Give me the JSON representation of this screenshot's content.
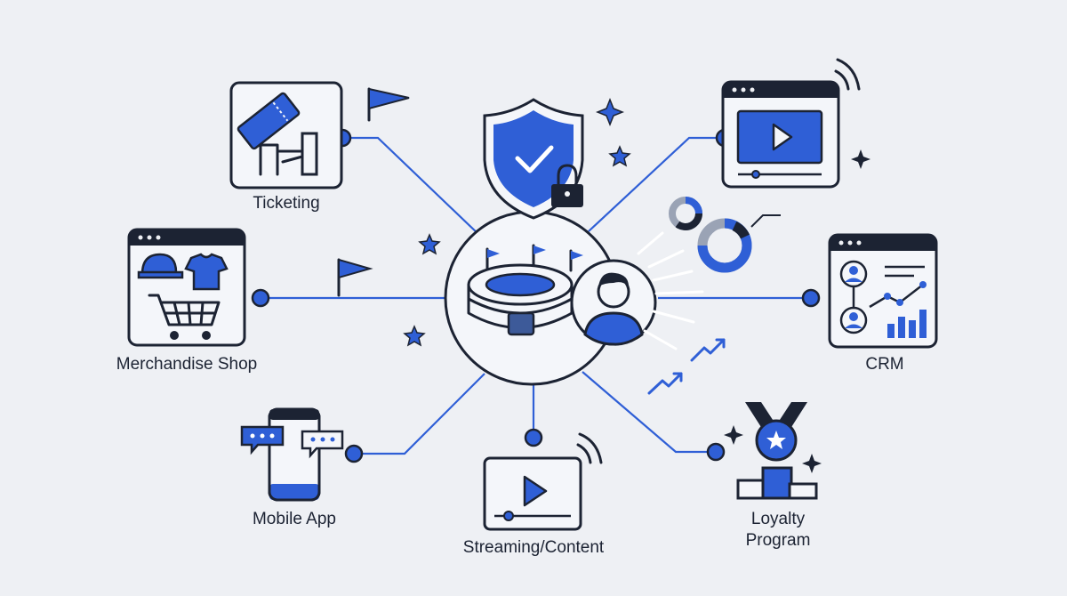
{
  "nodes": {
    "ticketing": {
      "label": "Ticketing"
    },
    "merchandise": {
      "label": "Merchandise Shop"
    },
    "mobile_app": {
      "label": "Mobile App"
    },
    "streaming": {
      "label": "Streaming/Content"
    },
    "loyalty": {
      "label": "Loyalty\nProgram"
    },
    "crm": {
      "label": "CRM"
    },
    "content_player": {
      "label": ""
    }
  },
  "colors": {
    "accent": "#2f5fd6",
    "ink": "#1c2333",
    "background": "#eef0f4"
  },
  "icons": [
    "shield-check-icon",
    "lock-icon",
    "stadium-icon",
    "user-avatar-icon",
    "ticket-icon",
    "shopping-cart-icon",
    "smartphone-icon",
    "video-play-icon",
    "medal-icon",
    "dashboard-icon",
    "donut-chart-icon",
    "trend-arrow-icon",
    "flag-icon",
    "star-icon"
  ]
}
